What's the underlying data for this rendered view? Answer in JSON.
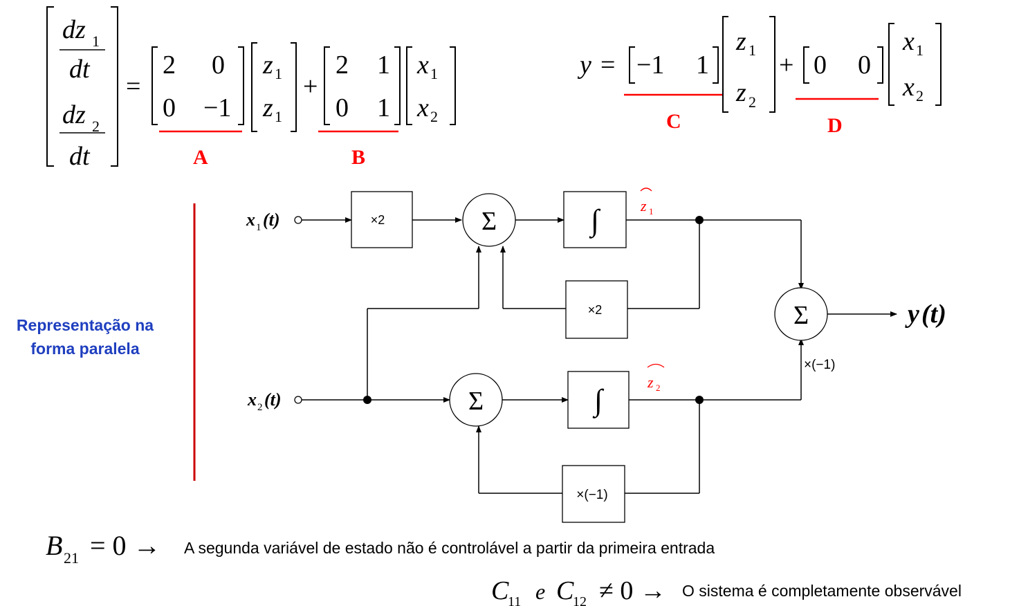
{
  "state_equation": {
    "lhs_row1_num": "dz",
    "lhs_row1_sub": "1",
    "lhs_row1_den": "dt",
    "lhs_row2_num": "dz",
    "lhs_row2_sub": "2",
    "lhs_row2_den": "dt",
    "equals": "=",
    "A": [
      [
        "2",
        "0"
      ],
      [
        "0",
        "−1"
      ]
    ],
    "state_vec": [
      {
        "v": "z",
        "sub": "1"
      },
      {
        "v": "z",
        "sub": "1"
      }
    ],
    "plus": "+",
    "B": [
      [
        "2",
        "1"
      ],
      [
        "0",
        "1"
      ]
    ],
    "input_vec": [
      {
        "v": "x",
        "sub": "1"
      },
      {
        "v": "x",
        "sub": "2"
      }
    ],
    "label_A": "A",
    "label_B": "B"
  },
  "output_equation": {
    "lhs": "y",
    "equals": "=",
    "C": [
      "−1",
      "1"
    ],
    "state_vec": [
      {
        "v": "z",
        "sub": "1"
      },
      {
        "v": "z",
        "sub": "2"
      }
    ],
    "plus": "+",
    "D": [
      "0",
      "0"
    ],
    "input_vec": [
      {
        "v": "x",
        "sub": "1"
      },
      {
        "v": "x",
        "sub": "2"
      }
    ],
    "label_C": "C",
    "label_D": "D"
  },
  "side_label": {
    "line1": "Representação na",
    "line2": "forma paralela"
  },
  "diagram": {
    "input1": {
      "v": "x",
      "sub": "1",
      "arg": "(t)"
    },
    "input2": {
      "v": "x",
      "sub": "2",
      "arg": "(t)"
    },
    "gain_top": "×2",
    "gain_feedback_top": "×2",
    "gain_feedback_bottom": "×(−1)",
    "sum_symbol": "Σ",
    "integrator": "∫",
    "state1": {
      "v": "z",
      "sub": "1"
    },
    "state2": {
      "v": "z",
      "sub": "2"
    },
    "output_gain": "×(−1)",
    "output": {
      "v": "y",
      "arg": "(t)"
    }
  },
  "notes": {
    "controllability": {
      "lhs": "B",
      "sub": "21",
      "rel": "= 0 →",
      "text": "A segunda variável de estado não é controlável a partir da primeira entrada"
    },
    "observability": {
      "c1": "C",
      "c1_sub": "11",
      "conj": "e",
      "c2": "C",
      "c2_sub": "12",
      "rel": "≠ 0 →",
      "text": "O sistema é completamente observável"
    }
  },
  "colors": {
    "accent_red": "#ff0000",
    "label_blue": "#1f3fbf",
    "line": "#000000"
  }
}
